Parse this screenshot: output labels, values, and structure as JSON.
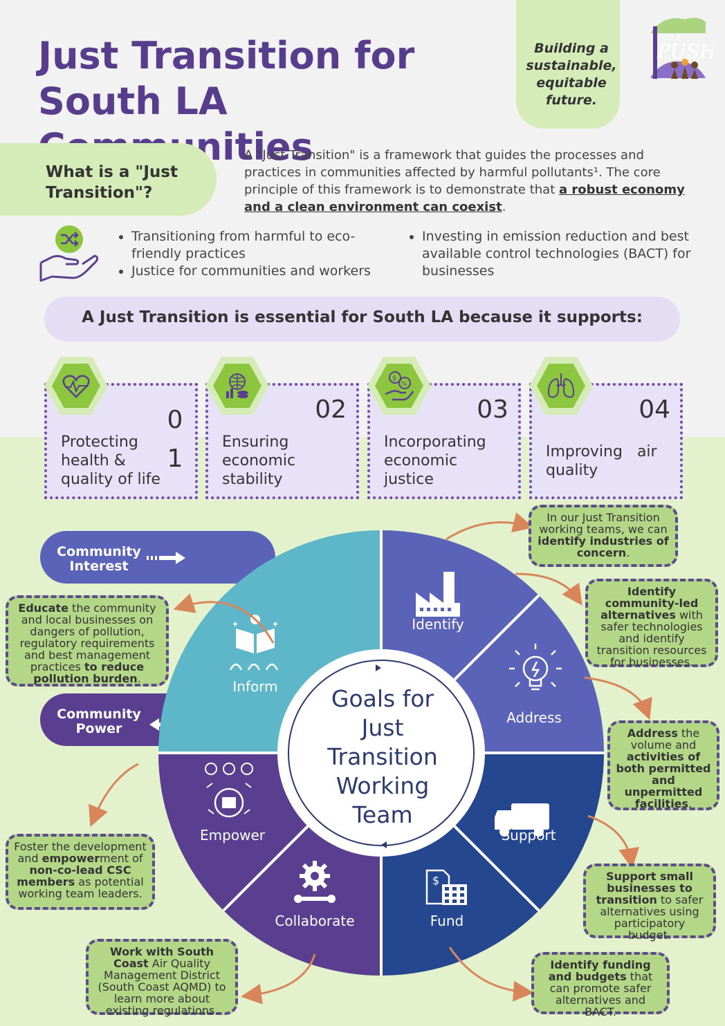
{
  "header": {
    "title": "Just Transition for South LA Communities",
    "tagline": "Building a sustainable, equitable future.",
    "logo_text": "SCLA PUSH"
  },
  "what": {
    "heading": "What is a \"Just Transition\"?",
    "definition_plain": "A \"Just Transition\" is a framework that guides the processes and practices in communities affected by harmful pollutants¹. The core principle of this framework is to demonstrate that ",
    "definition_emphasis": "a robust economy and a clean environment can coexist",
    "definition_end": "."
  },
  "bullets": [
    "Transitioning from harmful to eco-friendly practices",
    "Justice for communities and workers",
    "Investing in emission reduction and best available control technologies (BACT) for businesses"
  ],
  "essential": "A Just Transition is essential for South LA because it supports:",
  "cards": [
    {
      "number": "0\n1",
      "text": "Protecting health & quality of life",
      "icon": "heart-leaf-icon"
    },
    {
      "number": "02",
      "text": "Ensuring economic stability",
      "icon": "globe-coins-icon"
    },
    {
      "number": "03",
      "text": "Incorporating economic justice",
      "icon": "hand-money-icon"
    },
    {
      "number": "04",
      "text": "Improving air quality",
      "icon": "lungs-icon"
    }
  ],
  "wheel": {
    "center": "Goals for Just Transition Working Team",
    "segments": [
      "Identify",
      "Address",
      "Support",
      "Fund",
      "Collaborate",
      "Empower",
      "Inform"
    ],
    "colors": {
      "teal": "#5db7c9",
      "blue": "#5b63b8",
      "navy": "#25478f",
      "purple": "#5a3e8f"
    }
  },
  "tabs": {
    "community_interest": "Community Interest",
    "community_power": "Community Power"
  },
  "notes": {
    "identify_1": {
      "a": "In our Just Transition working teams, we can ",
      "b": "identify industries of concern",
      "c": "."
    },
    "identify_2": {
      "a": "Identify community-led alternatives",
      "b": " with safer technologies and identify transition resources for businesses."
    },
    "address": {
      "a": "Address",
      "b": " the volume and ",
      "c": "activities of both permitted and unpermitted facilities",
      "d": "."
    },
    "support": {
      "a": "Support small businesses to transition",
      "b": " to safer alternatives using participatory budget."
    },
    "fund": {
      "a": "Identify funding and budgets",
      "b": " that can promote safer alternatives and BACT."
    },
    "collaborate": {
      "a": "Work with South Coast",
      "b": " Air Quality Management District (South Coast AQMD) to learn more about existing regulations."
    },
    "empower": {
      "a": "Foster the development and ",
      "b": "empower",
      "c": "ment of ",
      "d": "non-co-lead CSC members",
      "e": " as potential working team leaders."
    },
    "inform": {
      "a": "Educate",
      "b": " the community and local businesses on dangers of pollution, regulatory requirements and best management practices ",
      "c": "to reduce pollution burden",
      "d": "."
    }
  }
}
